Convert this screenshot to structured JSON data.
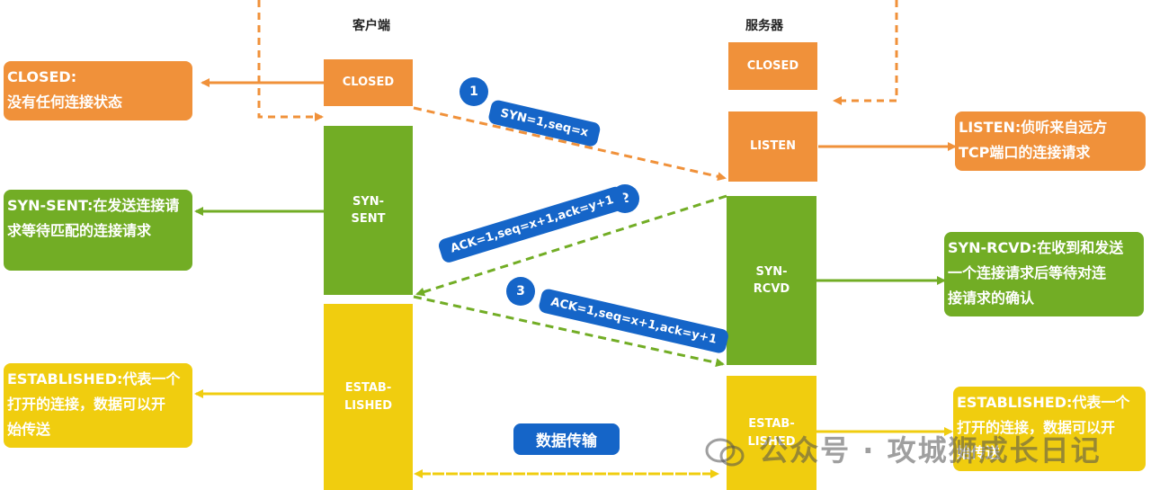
{
  "columns": {
    "client": "客户端",
    "server": "服务器"
  },
  "client_states": {
    "closed": "CLOSED",
    "syn_sent": "SYN-\nSENT",
    "established": "ESTAB-\nLISHED"
  },
  "server_states": {
    "closed": "CLOSED",
    "listen": "LISTEN",
    "syn_rcvd": "SYN-\nRCVD",
    "established": "ESTAB-\nLISHED"
  },
  "notes": {
    "client_closed": "CLOSED:\n没有任何连接状态",
    "client_syn_sent": "SYN-SENT:在发送连接请\n求等待匹配的连接请求",
    "client_established": "ESTABLISHED:代表一个\n打开的连接，数据可以开\n始传送",
    "server_listen": "LISTEN:侦听来自远方\nTCP端口的连接请求",
    "server_syn_rcvd": "SYN-RCVD:在收到和发送\n一个连接请求后等待对连\n接请求的确认",
    "server_established": "ESTABLISHED:代表一个\n打开的连接，数据可以开\n始传送"
  },
  "steps": [
    {
      "number": "1",
      "label": "SYN=1,seq=x"
    },
    {
      "number": "2",
      "label": "ACK=1,seq=x+1,ack=y+1"
    },
    {
      "number": "3",
      "label": "ACK=1,seq=x+1,ack=y+1"
    }
  ],
  "data_transfer": "数据传输",
  "watermark": "公众号 · 攻城狮成长日记",
  "colors": {
    "orange": "#f0913a",
    "green": "#72ad25",
    "yellow": "#f0cd0f",
    "blue": "#1565c8"
  }
}
